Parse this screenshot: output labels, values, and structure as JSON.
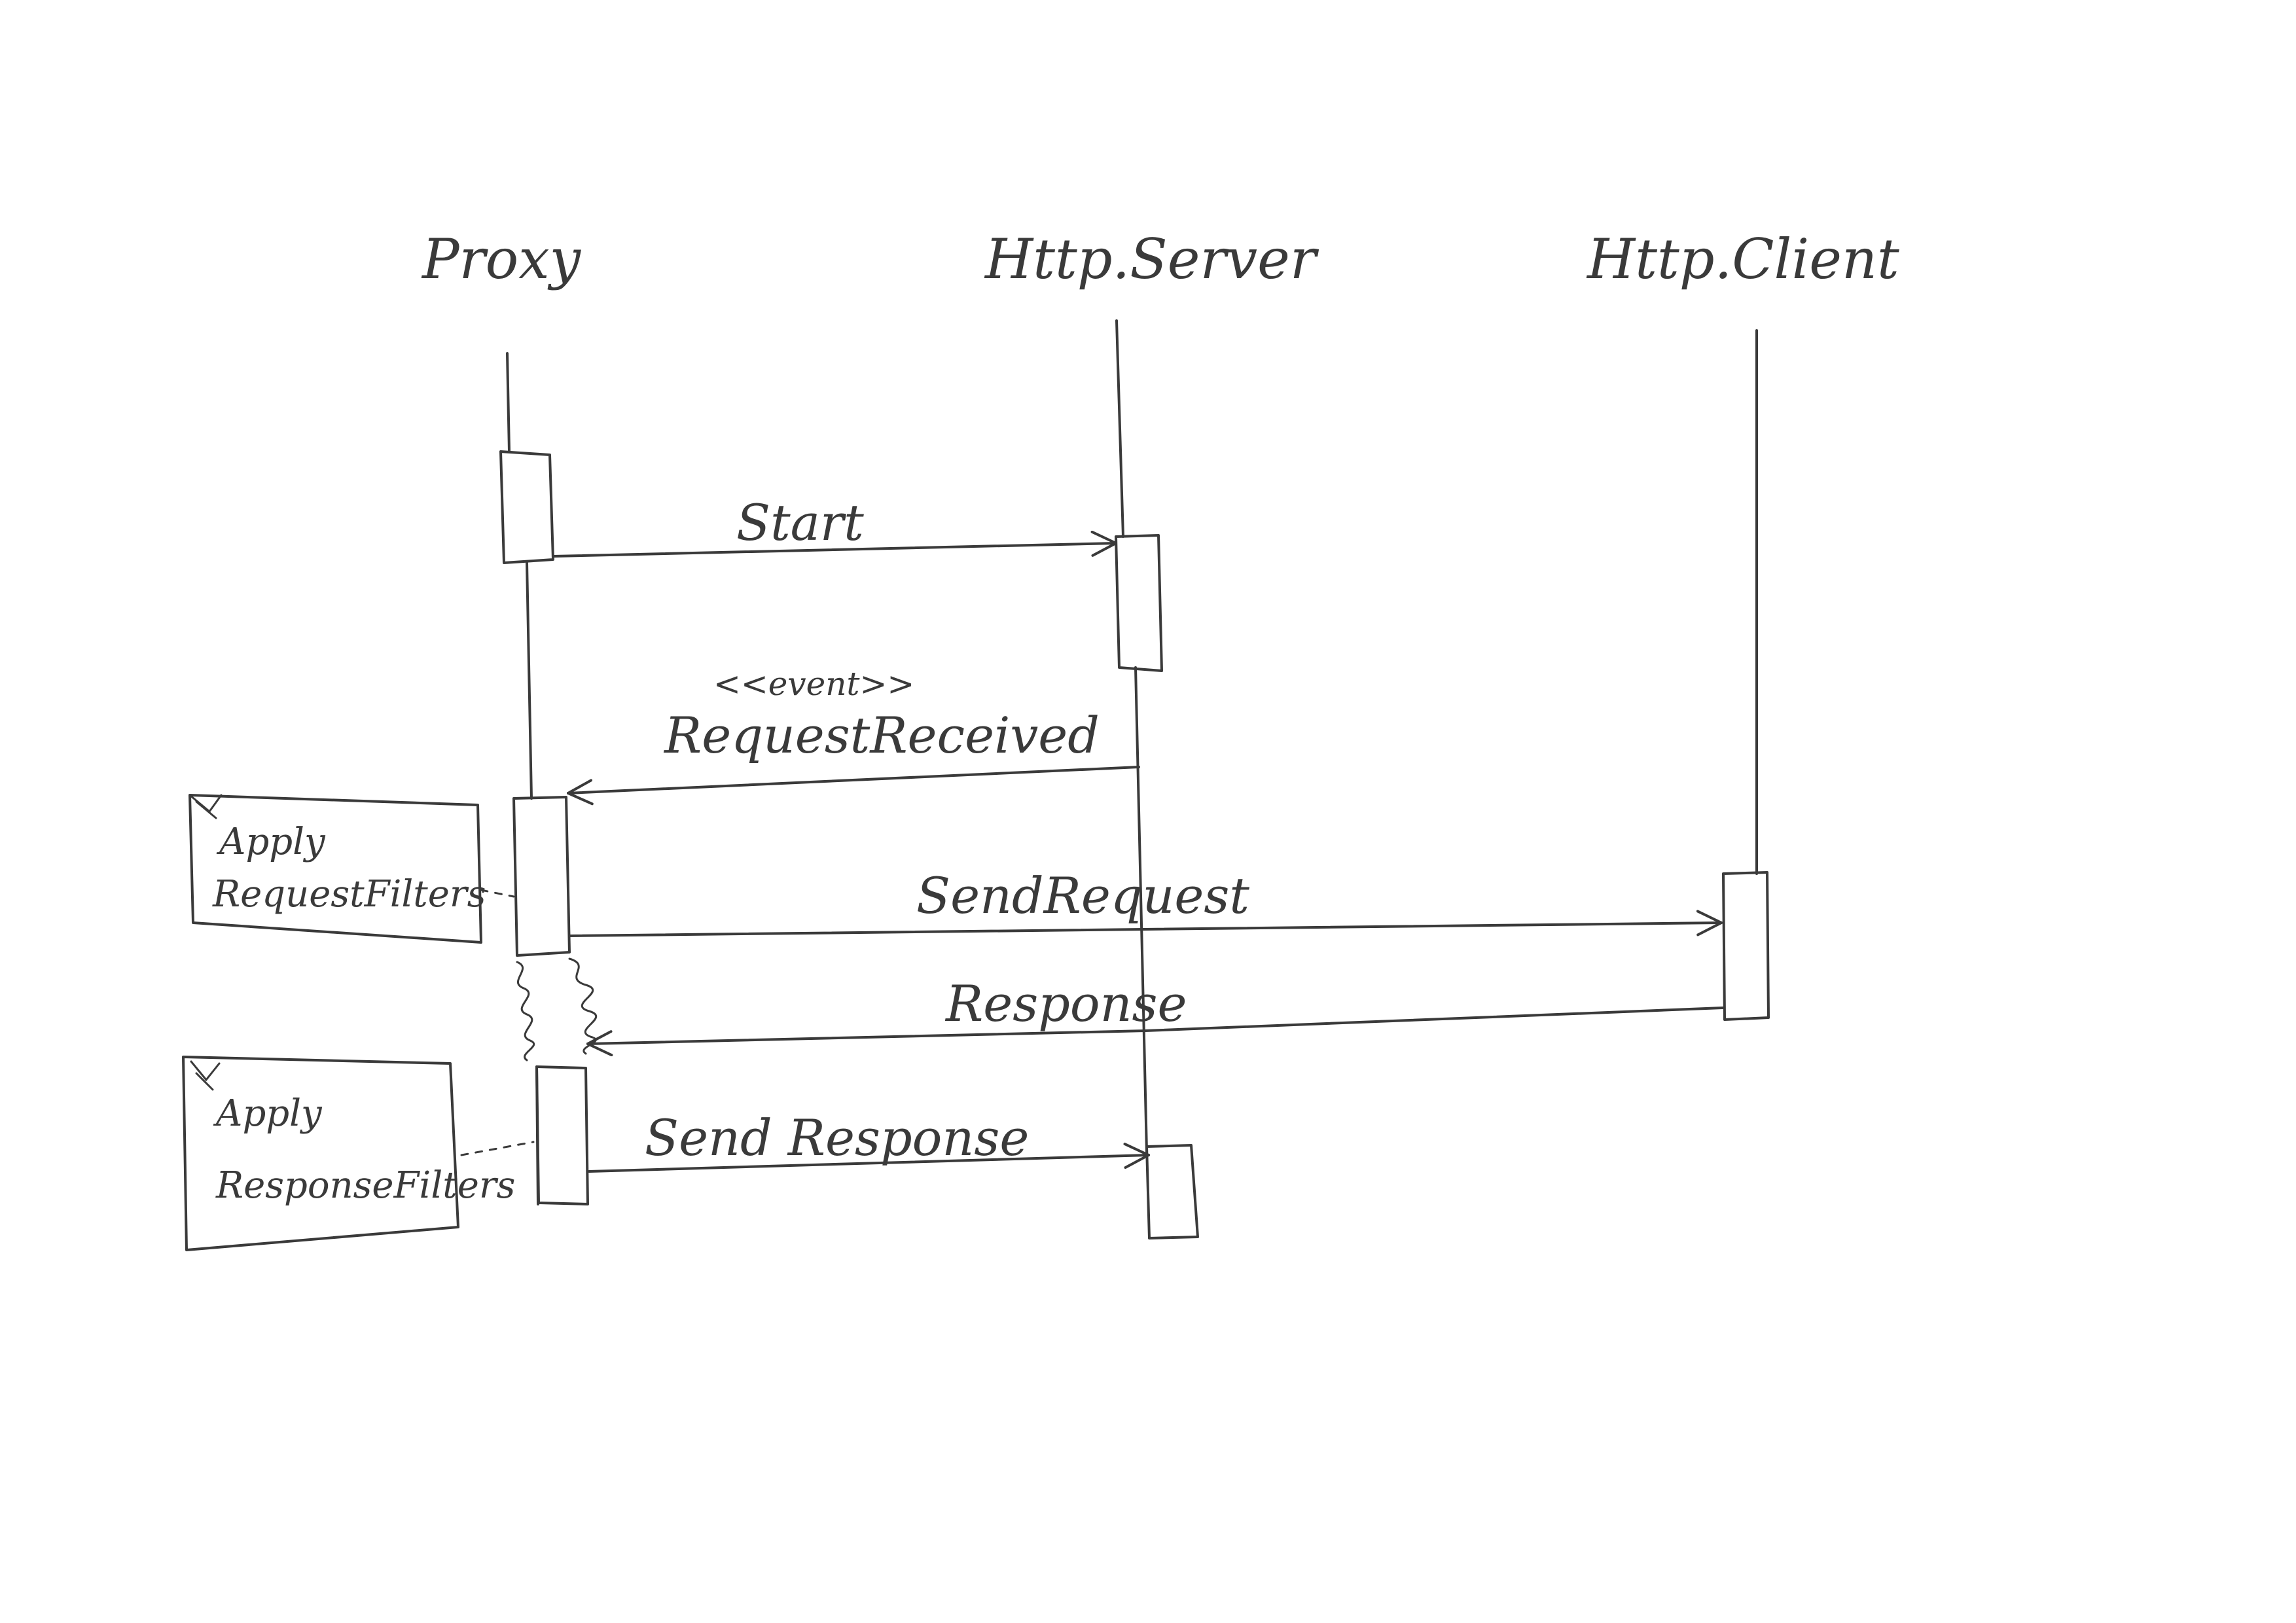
{
  "participants": [
    {
      "id": "proxy",
      "label": "Proxy"
    },
    {
      "id": "http_server",
      "label": "Http.Server"
    },
    {
      "id": "http_client",
      "label": "Http.Client"
    }
  ],
  "messages": [
    {
      "id": "start",
      "label": "Start",
      "from": "proxy",
      "to": "http_server"
    },
    {
      "id": "request_received",
      "stereotype": "<<event>>",
      "label": "RequestReceived",
      "from": "http_server",
      "to": "proxy"
    },
    {
      "id": "send_request",
      "label": "SendRequest",
      "from": "proxy",
      "to": "http_client"
    },
    {
      "id": "response",
      "label": "Response",
      "from": "http_client",
      "to": "proxy"
    },
    {
      "id": "send_response",
      "label": "Send Response",
      "from": "proxy",
      "to": "http_server"
    }
  ],
  "notes": [
    {
      "id": "apply_request_filters",
      "line1": "Apply",
      "line2": "RequestFilters"
    },
    {
      "id": "apply_response_filters",
      "line1": "Apply",
      "line2": "ResponseFilters"
    }
  ],
  "colors": {
    "ink": "#3a3a3a",
    "paper": "#ffffff"
  }
}
